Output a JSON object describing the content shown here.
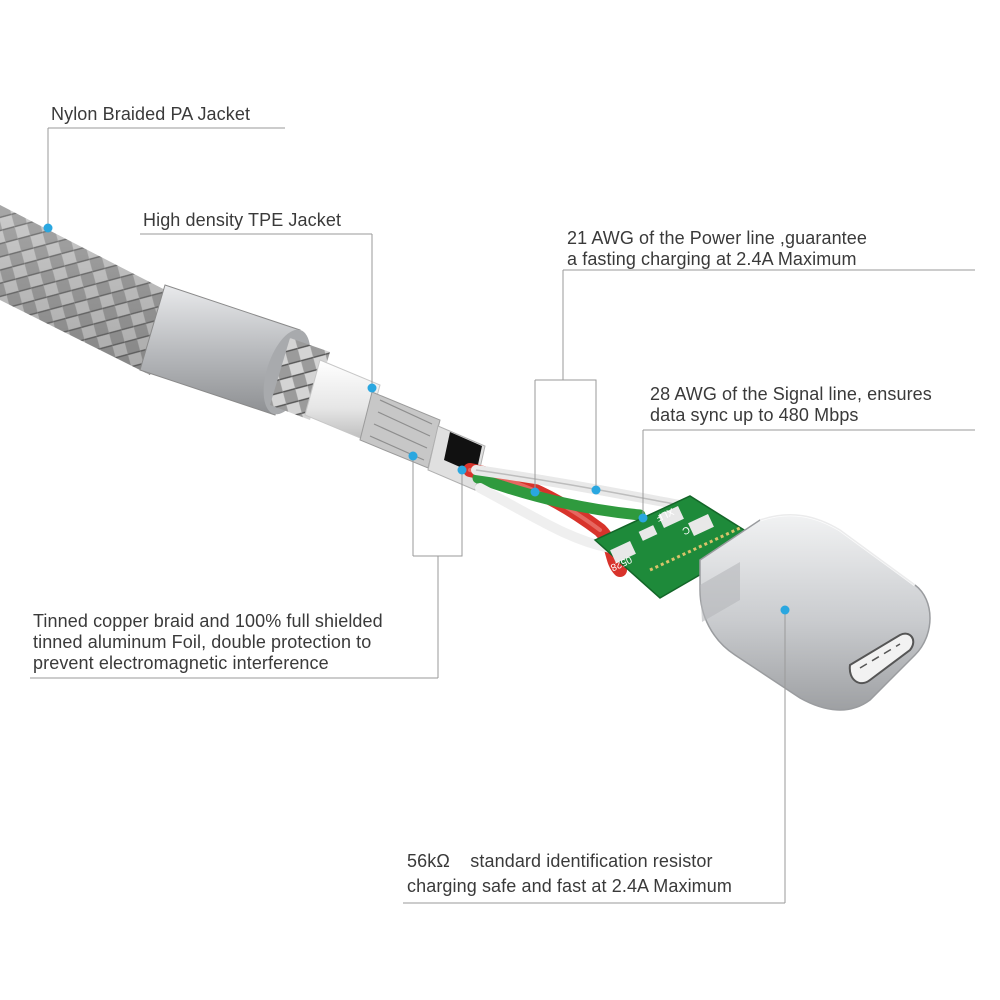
{
  "labels": {
    "nylon_jacket": "Nylon Braided PA Jacket",
    "tpe_jacket": "High density TPE Jacket",
    "power_line_1": "21 AWG of the Power line ,guarantee",
    "power_line_2": "a fasting charging at 2.4A Maximum",
    "signal_line_1": "28 AWG of the Signal line, ensures",
    "signal_line_2": "data sync up to 480 Mbps",
    "shield_1": "Tinned copper braid and 100% full shielded",
    "shield_2": "tinned aluminum Foil, double protection to",
    "shield_3": "prevent electromagnetic interference",
    "resistor_1": "56kΩ    standard identification resistor",
    "resistor_2": "charging safe and fast at 2.4A Maximum"
  },
  "pcb": {
    "mark_1": "XLF",
    "mark_2": "C",
    "mark_3": "0528"
  },
  "colors": {
    "callout_line": "#9a9a9a",
    "marker_dot": "#2aa7e0",
    "pcb_green": "#1e8a3a",
    "wire_red": "#d8332b",
    "wire_green": "#2f9a3e",
    "metal": "#c4c6c9"
  }
}
